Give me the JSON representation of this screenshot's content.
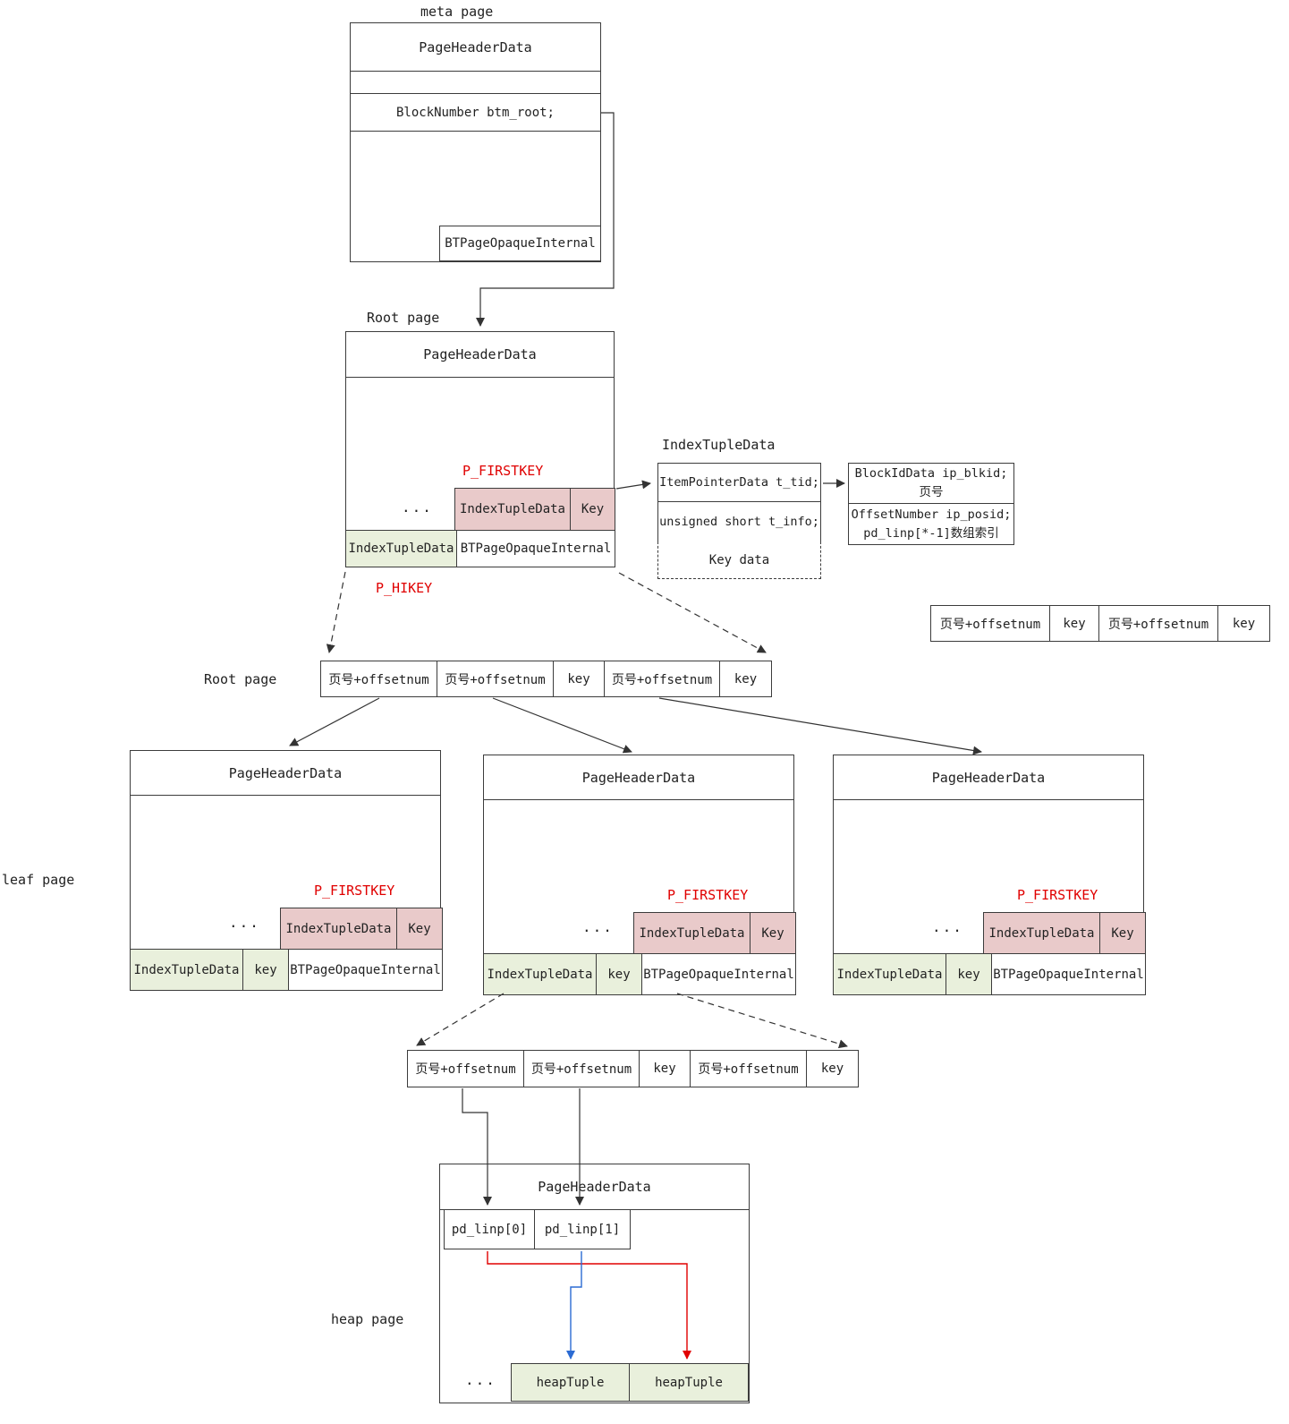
{
  "colors": {
    "border": "#3c3c3c",
    "pink": "#e9caca",
    "green": "#e9f0dc",
    "blue": "#d6eaf2",
    "gray": "#ececec",
    "red_label": "#e00000",
    "arrow_red": "#e10000",
    "arrow_blue": "#2b6bd3"
  },
  "meta_page": {
    "title": "meta page",
    "header": "PageHeaderData",
    "btm_root": "BlockNumber btm_root;",
    "opaque": "BTPageOpaqueInternal"
  },
  "root_page": {
    "title": "Root page",
    "header": "PageHeaderData",
    "p_firstkey": "P_FIRSTKEY",
    "ellipsis": "...",
    "index_tuple": "IndexTupleData",
    "key_cap": "Key",
    "index_tuple_left": "IndexTupleData",
    "opaque": "BTPageOpaqueInternal",
    "p_hikey": "P_HIKEY"
  },
  "tuple_detail": {
    "title": "IndexTupleData",
    "t_tid": "ItemPointerData t_tid;",
    "t_info": "unsigned short t_info;",
    "key_data": "Key data",
    "blkid_line1": "BlockIdData ip_blkid;",
    "blkid_line2": "页号",
    "posid_line1": "OffsetNumber ip_posid;",
    "posid_line2": "pd_linp[*-1]数组索引"
  },
  "legend_row": {
    "cells": [
      {
        "label": "页号+offsetnum"
      },
      {
        "label": "key"
      },
      {
        "label": "页号+offsetnum"
      },
      {
        "label": "key"
      }
    ]
  },
  "root_items": {
    "label": "Root page",
    "cells": [
      {
        "label": "页号+offsetnum"
      },
      {
        "label": "页号+offsetnum"
      },
      {
        "label": "key"
      },
      {
        "label": "页号+offsetnum"
      },
      {
        "label": "key"
      }
    ]
  },
  "leaf_section": {
    "label": "leaf page",
    "pages": [
      {
        "header": "PageHeaderData",
        "p_firstkey": "P_FIRSTKEY",
        "ellipsis": "...",
        "index_tuple": "IndexTupleData",
        "key_cap": "Key",
        "index_tuple_left": "IndexTupleData",
        "key_small": "key",
        "opaque": "BTPageOpaqueInternal"
      },
      {
        "header": "PageHeaderData",
        "p_firstkey": "P_FIRSTKEY",
        "ellipsis": "...",
        "index_tuple": "IndexTupleData",
        "key_cap": "Key",
        "index_tuple_left": "IndexTupleData",
        "key_small": "key",
        "opaque": "BTPageOpaqueInternal"
      },
      {
        "header": "PageHeaderData",
        "p_firstkey": "P_FIRSTKEY",
        "ellipsis": "...",
        "index_tuple": "IndexTupleData",
        "key_cap": "Key",
        "index_tuple_left": "IndexTupleData",
        "key_small": "key",
        "opaque": "BTPageOpaqueInternal"
      }
    ]
  },
  "leaf_items": {
    "cells": [
      {
        "label": "页号+offsetnum"
      },
      {
        "label": "页号+offsetnum"
      },
      {
        "label": "key"
      },
      {
        "label": "页号+offsetnum"
      },
      {
        "label": "key"
      }
    ]
  },
  "heap_page": {
    "label": "heap page",
    "header": "PageHeaderData",
    "pd_linp": [
      "pd_linp[0]",
      "pd_linp[1]"
    ],
    "ellipsis": "...",
    "tuples": [
      "heapTuple",
      "heapTuple"
    ]
  }
}
